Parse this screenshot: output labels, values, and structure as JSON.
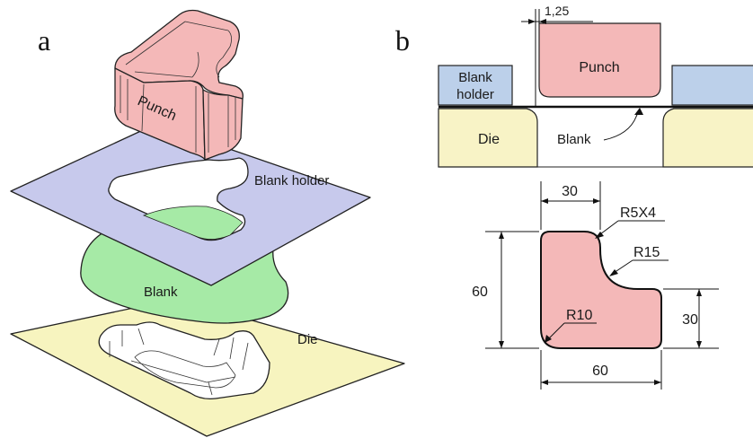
{
  "panels": {
    "a": {
      "letter": "a",
      "labels": {
        "punch": "Punch",
        "blank_holder": "Blank holder",
        "blank": "Blank",
        "die": "Die"
      }
    },
    "b": {
      "letter": "b",
      "section": {
        "clearance": "1,25",
        "punch": "Punch",
        "blank_holder_line1": "Blank",
        "blank_holder_line2": "holder",
        "die": "Die",
        "blank": "Blank"
      },
      "profile": {
        "dim_top_width": "30",
        "dim_height": "60",
        "dim_bottom_width": "60",
        "dim_right_height": "30",
        "radius_corners": "R5X4",
        "radius_inner": "R15",
        "radius_outer": "R10"
      }
    }
  },
  "colors": {
    "punch": "#f4b8b8",
    "blank_holder": "#c7c9ec",
    "blank": "#a6eaa6",
    "die": "#f7f4bf",
    "section_holder": "#bcd0ea",
    "section_die": "#f8f3c6"
  }
}
